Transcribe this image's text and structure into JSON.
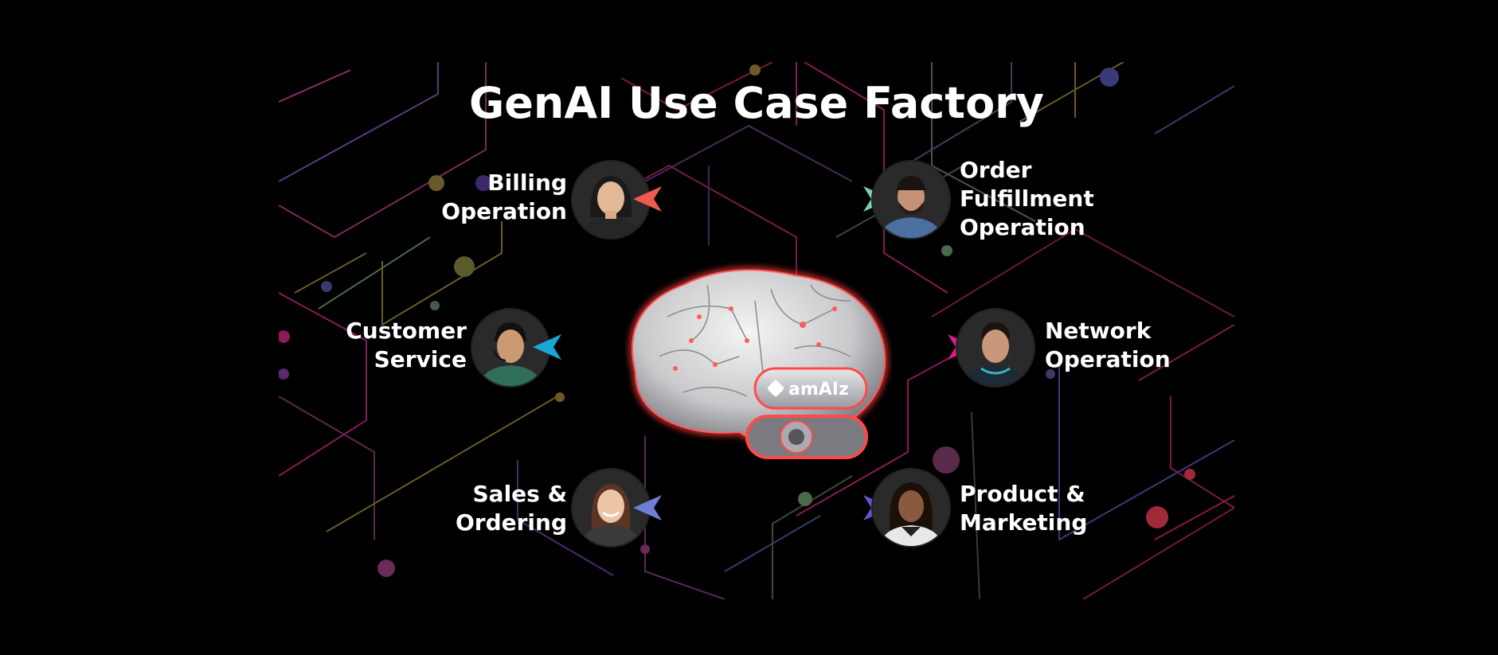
{
  "title": "GenAI Use Case Factory",
  "brain_badge": "amAIz",
  "use_cases": [
    {
      "line1": "Billing",
      "line2": "Operation",
      "line3": "",
      "arrow_color": "#ee5b4c"
    },
    {
      "line1": "Order",
      "line2": "Fulfillment",
      "line3": "Operation",
      "arrow_color": "#7fd0b1"
    },
    {
      "line1": "Customer",
      "line2": "Service",
      "line3": "",
      "arrow_color": "#17a8d6"
    },
    {
      "line1": "Network",
      "line2": "Operation",
      "line3": "",
      "arrow_color": "#e2198a"
    },
    {
      "line1": "Sales &",
      "line2": "Ordering",
      "line3": "",
      "arrow_color": "#6f7fd6"
    },
    {
      "line1": "Product &",
      "line2": "Marketing",
      "line3": "",
      "arrow_color": "#6e4fcf"
    }
  ]
}
